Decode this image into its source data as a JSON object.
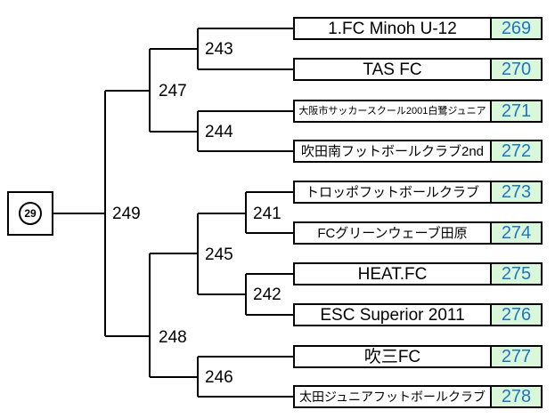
{
  "seed": {
    "label": "29"
  },
  "teams": [
    {
      "name": "1.FC Minoh U-12",
      "number": "269"
    },
    {
      "name": "TAS FC",
      "number": "270"
    },
    {
      "name": "大阪市サッカースクール2001白鷺ジュニア",
      "number": "271"
    },
    {
      "name": "吹田南フットボールクラブ2nd",
      "number": "272"
    },
    {
      "name": "トロッポフットボールクラブ",
      "number": "273"
    },
    {
      "name": "FCグリーンウェーブ田原",
      "number": "274"
    },
    {
      "name": "HEAT.FC",
      "number": "275"
    },
    {
      "name": "ESC Superior 2011",
      "number": "276"
    },
    {
      "name": "吹三FC",
      "number": "277"
    },
    {
      "name": "太田ジュニアフットボールクラブ",
      "number": "278"
    }
  ],
  "matches": {
    "m241": "241",
    "m242": "242",
    "m243": "243",
    "m244": "244",
    "m245": "245",
    "m246": "246",
    "m247": "247",
    "m248": "248",
    "m249": "249"
  },
  "colors": {
    "number_bg": "#d9f7d9",
    "number_text": "#1f73c9",
    "lines": "#000000"
  }
}
